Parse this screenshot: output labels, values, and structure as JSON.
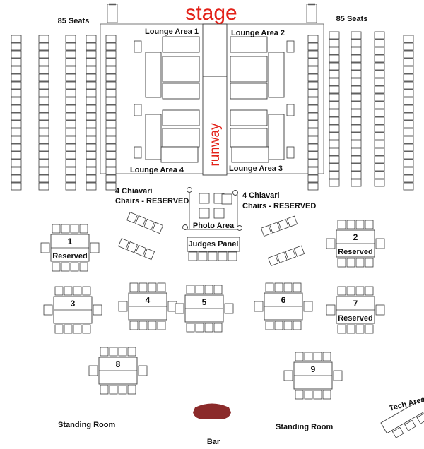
{
  "stage": {
    "label": "stage"
  },
  "runway": {
    "label": "runway"
  },
  "seating": {
    "left_label": "85 Seats",
    "right_label": "85 Seats"
  },
  "lounges": {
    "area1": "Lounge Area 1",
    "area2": "Lounge Area 2",
    "area3": "Lounge Area 3",
    "area4": "Lounge Area 4"
  },
  "reserved_chairs": {
    "left_line1": "4 Chiavari",
    "left_line2": "Chairs - RESERVED",
    "right_line1": "4 Chiavari",
    "right_line2": "Chairs - RESERVED"
  },
  "photo_area": "Photo Area",
  "judges_panel": "Judges Panel",
  "tables": [
    {
      "number": "1",
      "note": "Reserved"
    },
    {
      "number": "2",
      "note": "Reserved"
    },
    {
      "number": "3",
      "note": ""
    },
    {
      "number": "4",
      "note": ""
    },
    {
      "number": "5",
      "note": ""
    },
    {
      "number": "6",
      "note": ""
    },
    {
      "number": "7",
      "note": "Reserved"
    },
    {
      "number": "8",
      "note": ""
    },
    {
      "number": "9",
      "note": ""
    }
  ],
  "standing_left": "Standing Room",
  "standing_right": "Standing Room",
  "bar": "Bar",
  "tech_area": "Tech Area",
  "colors": {
    "accent_red": "#e32219",
    "bar_fill": "#8b2a2a",
    "line": "#3a3a3a"
  }
}
